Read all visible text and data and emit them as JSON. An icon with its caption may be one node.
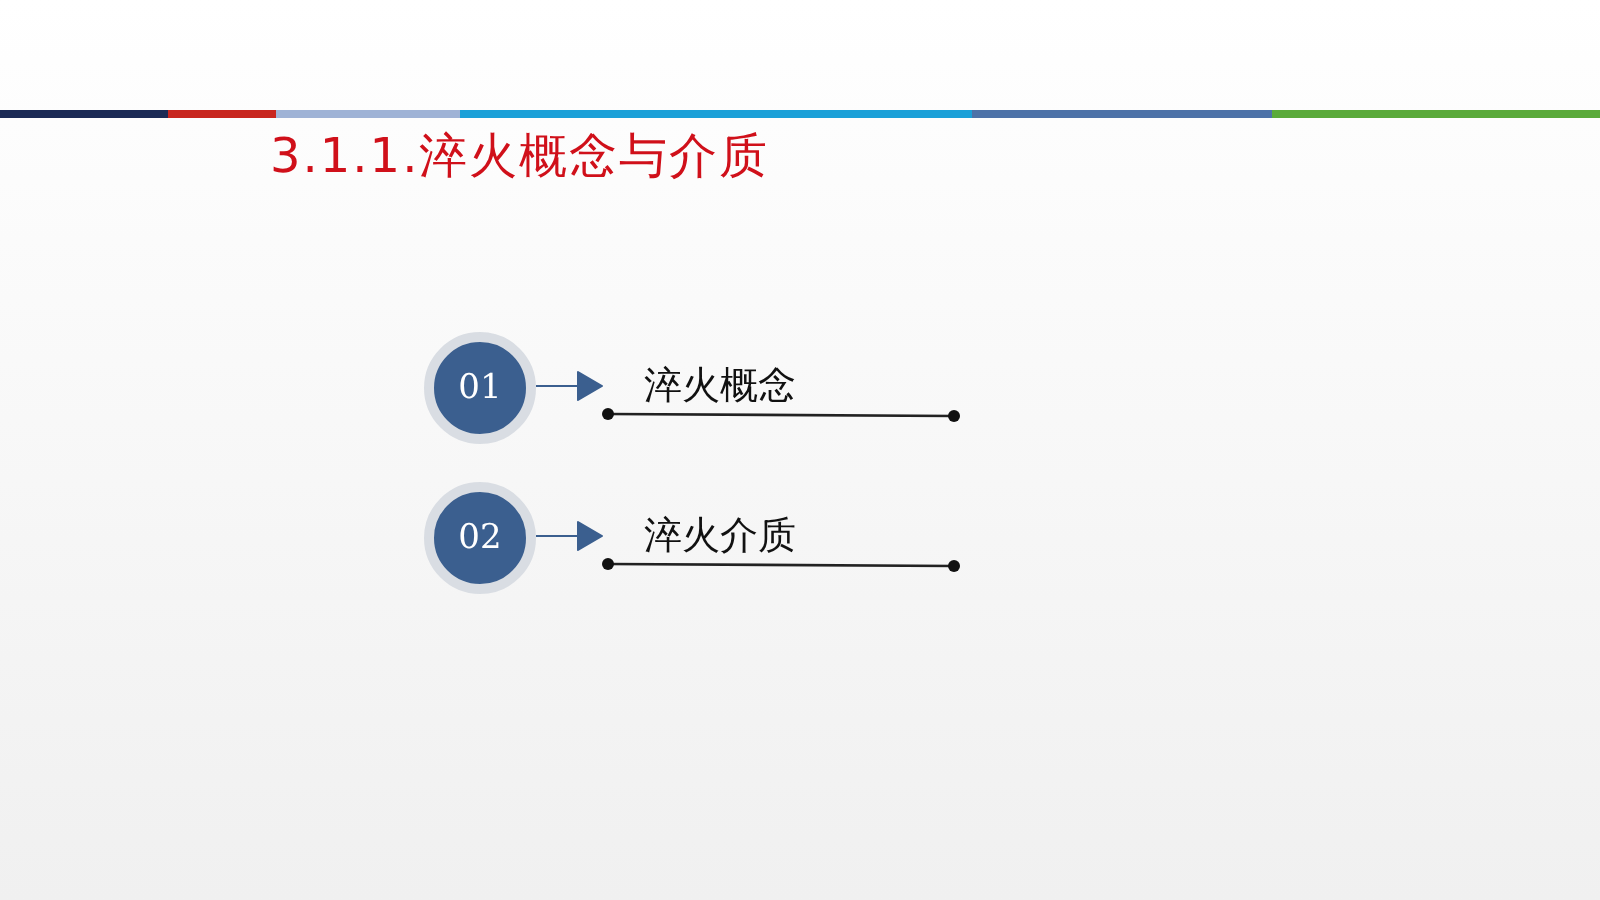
{
  "diagram": {
    "title": "3.1.1.淬火概念与介质",
    "nodes": [
      {
        "text": [
          "01"
        ]
      },
      {
        "text": [
          "淬火概念"
        ]
      },
      {
        "text": [
          "02"
        ]
      },
      {
        "text": [
          "淬火介质"
        ]
      }
    ],
    "edges": [
      {
        "from": 0,
        "to": 1,
        "arrow": "to"
      },
      {
        "from": 2,
        "to": 3,
        "arrow": "to"
      }
    ]
  }
}
